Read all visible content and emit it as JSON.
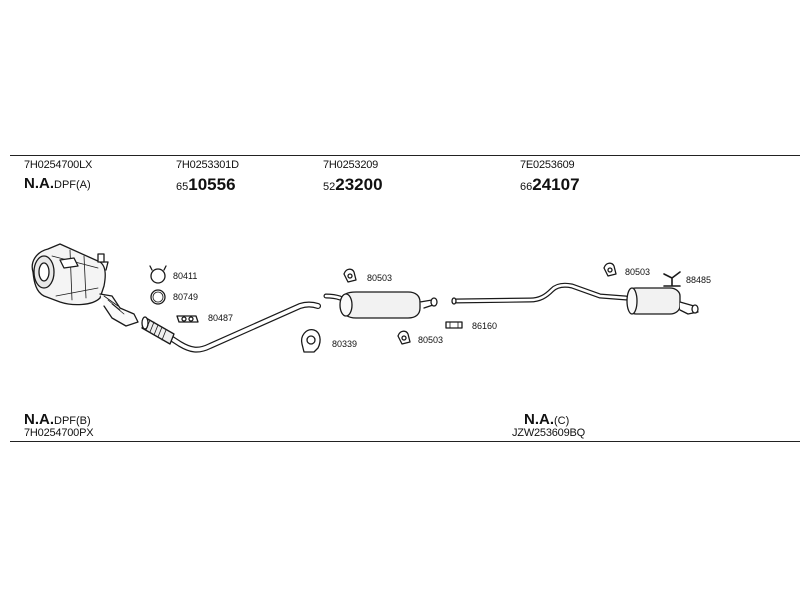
{
  "columns": [
    {
      "oe": "7H0254700LX",
      "na": "N.A.",
      "na_suffix": "DPF(A)"
    },
    {
      "oe": "7H0253301D",
      "pn_prefix": "65",
      "pn_main": "10556"
    },
    {
      "oe": "7H0253209",
      "pn_prefix": "52",
      "pn_main": "23200"
    },
    {
      "oe": "7E0253609",
      "pn_prefix": "66",
      "pn_main": "24107"
    }
  ],
  "accessories": {
    "a80411": "80411",
    "a80749": "80749",
    "a80487": "80487",
    "a80503_front": "80503",
    "a80339": "80339",
    "a80503_mid": "80503",
    "a86160": "86160",
    "a80503_rear": "80503",
    "a88485": "88485"
  },
  "bottom": {
    "left": {
      "na": "N.A.",
      "na_suffix": "DPF(B)",
      "oe": "7H0254700PX"
    },
    "right": {
      "na": "N.A.",
      "na_suffix": "(C)",
      "oe": "JZW253609BQ"
    }
  }
}
